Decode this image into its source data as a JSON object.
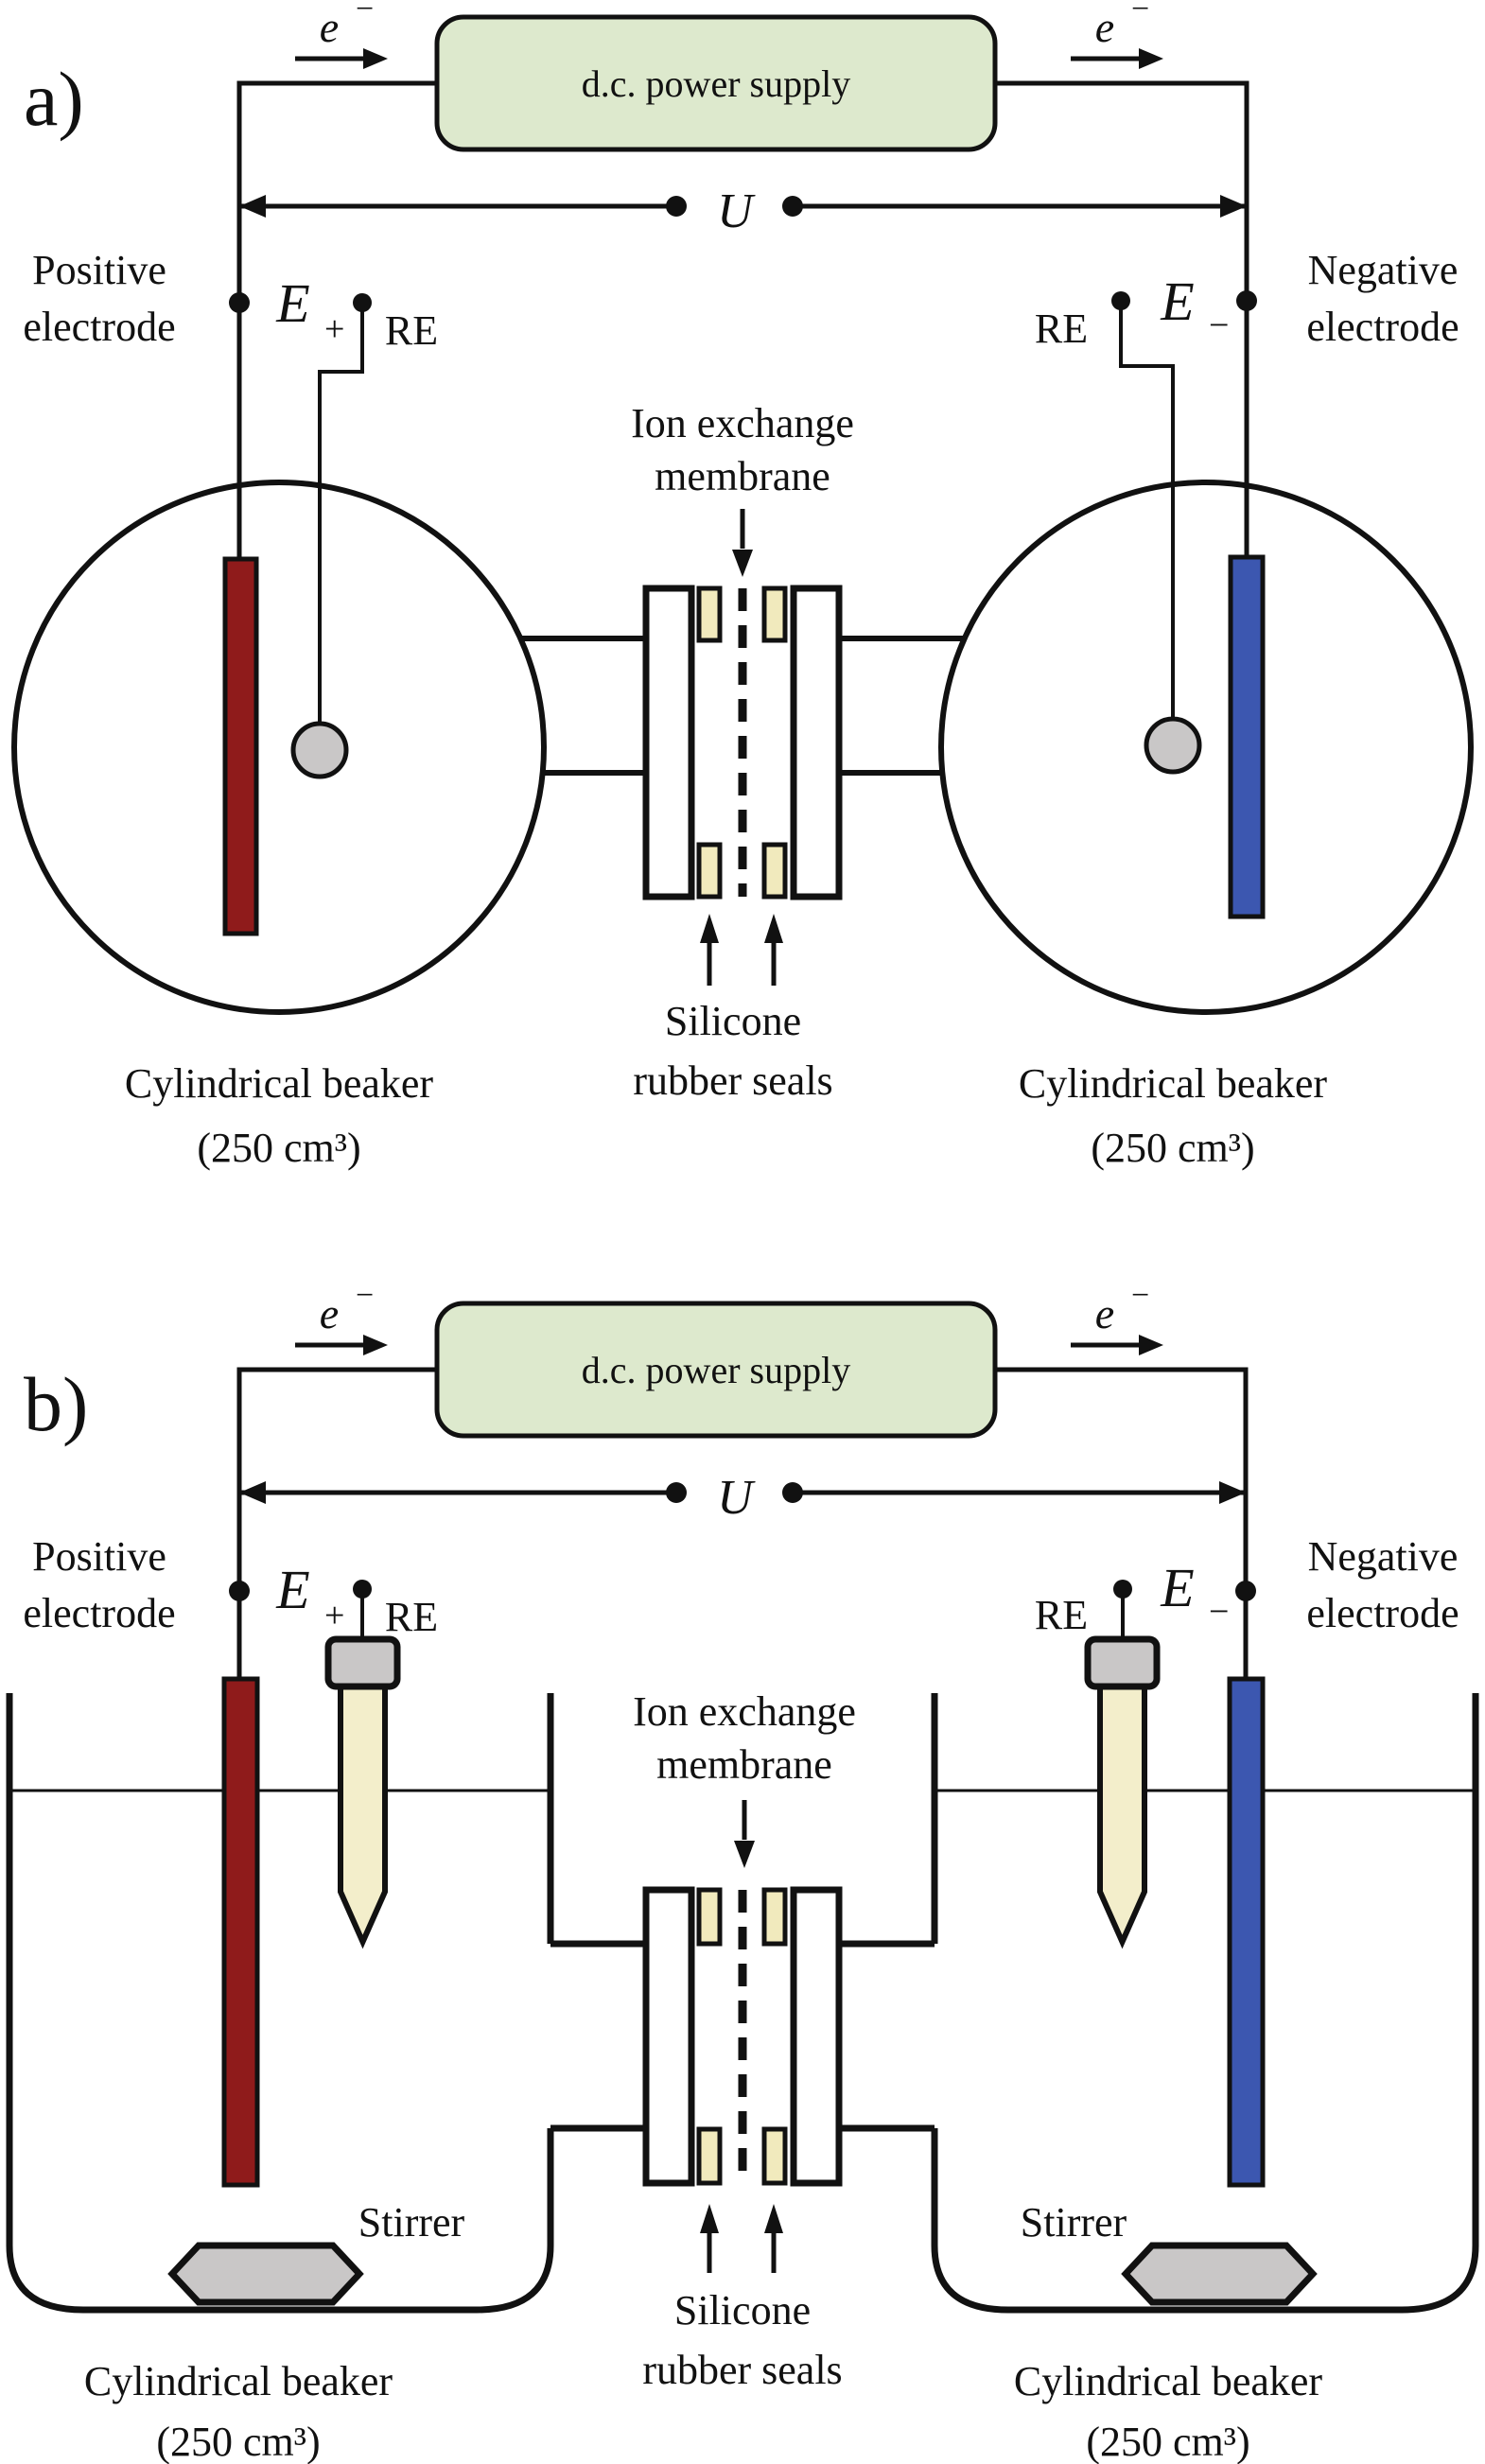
{
  "figure": {
    "panel_a_tag": "a)",
    "panel_b_tag": "b)",
    "power_supply_label": "d.c. power supply",
    "voltage_label": "U",
    "electron": {
      "base": "e",
      "sup": "−"
    },
    "potential": {
      "base": "E",
      "plus": "+",
      "minus": "−"
    },
    "reference_electrode_label": "RE",
    "positive_electrode": [
      "Positive",
      "electrode"
    ],
    "negative_electrode": [
      "Negative",
      "electrode"
    ],
    "membrane_label": [
      "Ion exchange",
      "membrane"
    ],
    "seals_label": [
      "Silicone",
      "rubber seals"
    ],
    "beaker_label": [
      "Cylindrical beaker",
      "(250 cm³)"
    ],
    "stirrer_label": "Stirrer",
    "colors": {
      "power_box_fill": "#dde9cd",
      "electrode_positive": "#8f1b1b",
      "electrode_negative": "#3c57b0",
      "seal_fill": "#f1eabd",
      "probe_fill": "#f3eecb",
      "metal_gray": "#c9c7c7"
    }
  }
}
